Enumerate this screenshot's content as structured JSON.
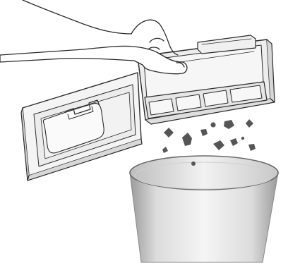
{
  "illustration": {
    "subject": "emptying-drawer-into-bin",
    "colors": {
      "line": "#2b2b2b",
      "door_fill": "#f4f4f4",
      "door_inner": "#e9e9e9",
      "cell_fill": "#f7f7f7",
      "bin_light": "#f5f5f5",
      "bin_mid": "#dcdcdc",
      "bin_dark": "#9a9a9a",
      "debris": "#555555"
    },
    "icons": [
      "hand",
      "drawer-door",
      "drawer-tray",
      "debris",
      "waste-bin"
    ]
  }
}
